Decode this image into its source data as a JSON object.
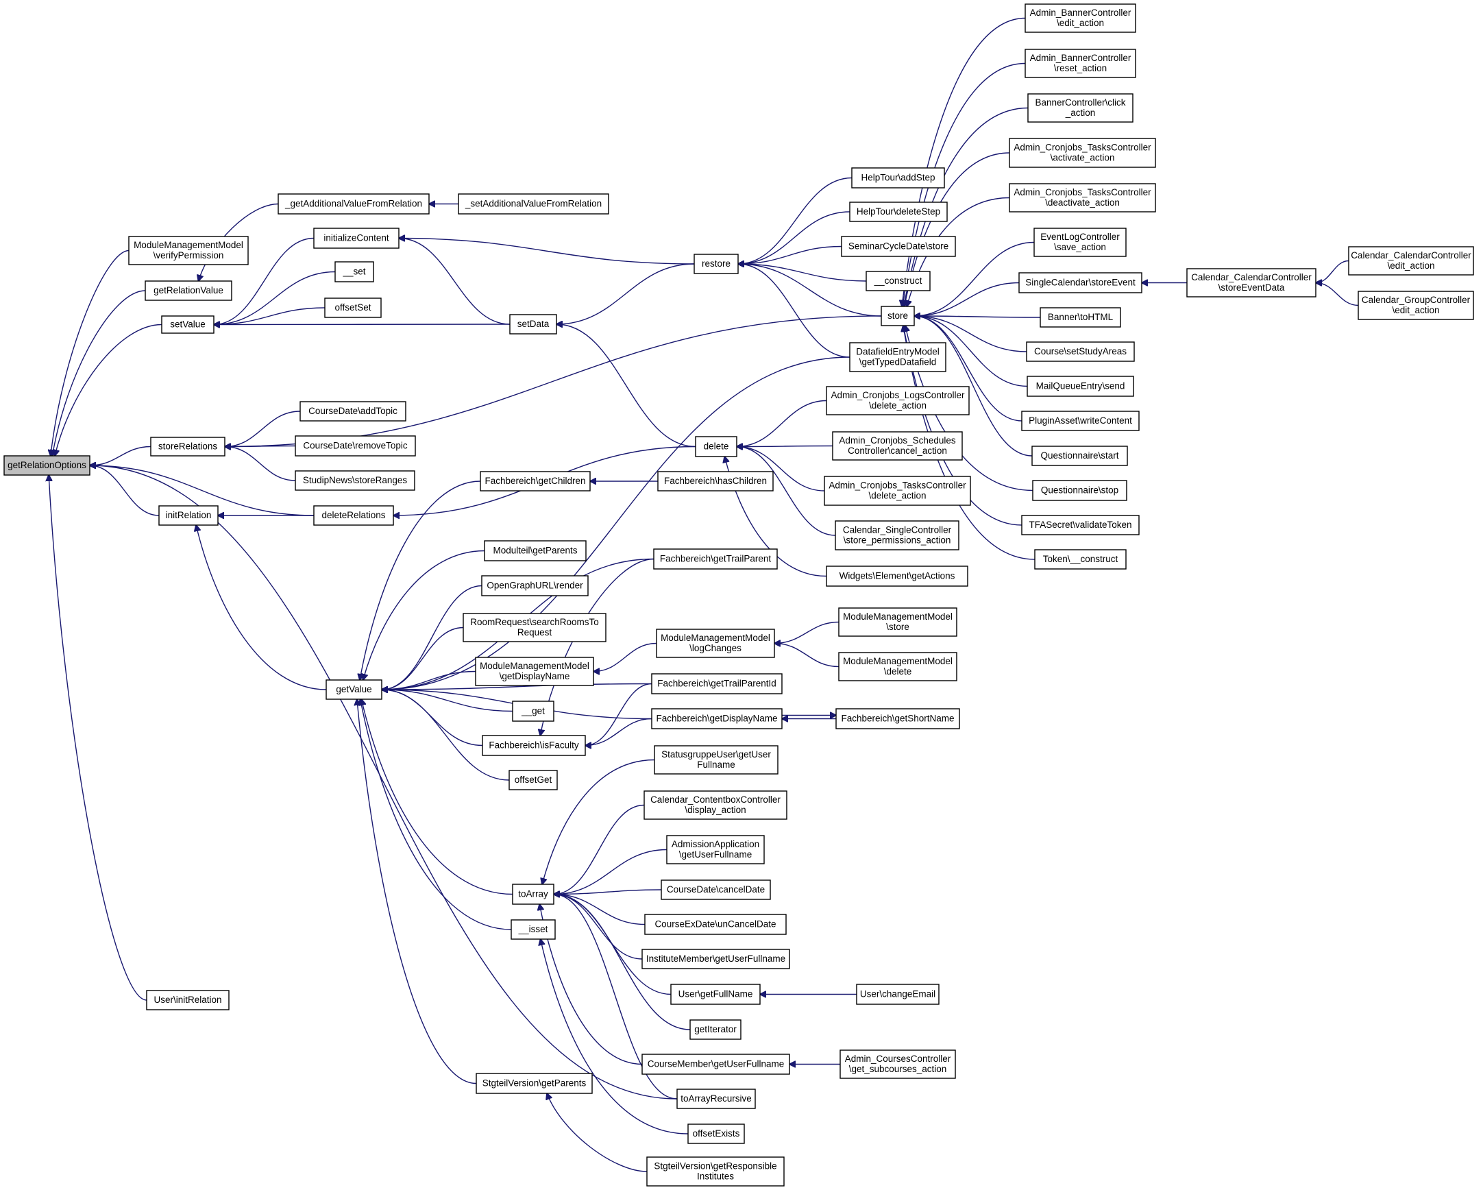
{
  "colors": {
    "edge": "#191970",
    "root_fill": "#bfbfbf",
    "node_fill": "#ffffff",
    "node_border": "#000000"
  },
  "nodes": [
    {
      "id": "root",
      "lines": [
        "getRelationOptions"
      ],
      "root": true
    },
    {
      "id": "mmm_vp",
      "lines": [
        "ModuleManagementModel",
        "\\verifyPermission"
      ]
    },
    {
      "id": "grv",
      "lines": [
        "getRelationValue"
      ]
    },
    {
      "id": "setValue",
      "lines": [
        "setValue"
      ]
    },
    {
      "id": "storeRel",
      "lines": [
        "storeRelations"
      ]
    },
    {
      "id": "initRel",
      "lines": [
        "initRelation"
      ]
    },
    {
      "id": "getValue",
      "lines": [
        "getValue"
      ]
    },
    {
      "id": "user_ir",
      "lines": [
        "User\\initRelation"
      ]
    },
    {
      "id": "gavfr",
      "lines": [
        "_getAdditionalValueFromRelation"
      ]
    },
    {
      "id": "savfr",
      "lines": [
        "_setAdditionalValueFromRelation"
      ]
    },
    {
      "id": "initContent",
      "lines": [
        "initializeContent"
      ]
    },
    {
      "id": "__set",
      "lines": [
        "__set"
      ]
    },
    {
      "id": "offsetSet",
      "lines": [
        "offsetSet"
      ]
    },
    {
      "id": "cd_addTopic",
      "lines": [
        "CourseDate\\addTopic"
      ]
    },
    {
      "id": "cd_removeTopic",
      "lines": [
        "CourseDate\\removeTopic"
      ]
    },
    {
      "id": "sn_storeRanges",
      "lines": [
        "StudipNews\\storeRanges"
      ]
    },
    {
      "id": "deleteRel",
      "lines": [
        "deleteRelations"
      ]
    },
    {
      "id": "setData",
      "lines": [
        "setData"
      ]
    },
    {
      "id": "restore",
      "lines": [
        "restore"
      ]
    },
    {
      "id": "ht_addStep",
      "lines": [
        "HelpTour\\addStep"
      ]
    },
    {
      "id": "ht_deleteStep",
      "lines": [
        "HelpTour\\deleteStep"
      ]
    },
    {
      "id": "scd_store",
      "lines": [
        "SeminarCycleDate\\store"
      ]
    },
    {
      "id": "__construct",
      "lines": [
        "__construct"
      ]
    },
    {
      "id": "store",
      "lines": [
        "store"
      ]
    },
    {
      "id": "dem_gtd",
      "lines": [
        "DatafieldEntryModel",
        "\\getTypedDatafield"
      ]
    },
    {
      "id": "delete",
      "lines": [
        "delete"
      ]
    },
    {
      "id": "acl_del",
      "lines": [
        "Admin_Cronjobs_LogsController",
        "\\delete_action"
      ]
    },
    {
      "id": "acs_cancel",
      "lines": [
        "Admin_Cronjobs_Schedules",
        "Controller\\cancel_action"
      ]
    },
    {
      "id": "act_del",
      "lines": [
        "Admin_Cronjobs_TasksController",
        "\\delete_action"
      ]
    },
    {
      "id": "csc_sp",
      "lines": [
        "Calendar_SingleController",
        "\\store_permissions_action"
      ]
    },
    {
      "id": "we_ga",
      "lines": [
        "Widgets\\Element\\getActions"
      ]
    },
    {
      "id": "fb_getChildren",
      "lines": [
        "Fachbereich\\getChildren"
      ]
    },
    {
      "id": "fb_hasChildren",
      "lines": [
        "Fachbereich\\hasChildren"
      ]
    },
    {
      "id": "mt_gp",
      "lines": [
        "Modulteil\\getParents"
      ]
    },
    {
      "id": "og_render",
      "lines": [
        "OpenGraphURL\\render"
      ]
    },
    {
      "id": "rr_srtr",
      "lines": [
        "RoomRequest\\searchRoomsTo",
        "Request"
      ]
    },
    {
      "id": "mmm_gdn",
      "lines": [
        "ModuleManagementModel",
        "\\getDisplayName"
      ]
    },
    {
      "id": "__get",
      "lines": [
        "__get"
      ]
    },
    {
      "id": "fb_isFaculty",
      "lines": [
        "Fachbereich\\isFaculty"
      ]
    },
    {
      "id": "offsetGet",
      "lines": [
        "offsetGet"
      ]
    },
    {
      "id": "toArray",
      "lines": [
        "toArray"
      ]
    },
    {
      "id": "__isset",
      "lines": [
        "__isset"
      ]
    },
    {
      "id": "sv_gp",
      "lines": [
        "StgteilVersion\\getParents"
      ]
    },
    {
      "id": "sv_gri",
      "lines": [
        "StgteilVersion\\getResponsible",
        "Institutes"
      ]
    },
    {
      "id": "fb_gtp",
      "lines": [
        "Fachbereich\\getTrailParent"
      ]
    },
    {
      "id": "mmm_lc",
      "lines": [
        "ModuleManagementModel",
        "\\logChanges"
      ]
    },
    {
      "id": "mmm_store",
      "lines": [
        "ModuleManagementModel",
        "\\store"
      ]
    },
    {
      "id": "mmm_delete",
      "lines": [
        "ModuleManagementModel",
        "\\delete"
      ]
    },
    {
      "id": "fb_gtpi",
      "lines": [
        "Fachbereich\\getTrailParentId"
      ]
    },
    {
      "id": "fb_gdn",
      "lines": [
        "Fachbereich\\getDisplayName"
      ]
    },
    {
      "id": "fb_gsn",
      "lines": [
        "Fachbereich\\getShortName"
      ]
    },
    {
      "id": "sgu_guf",
      "lines": [
        "StatusgruppeUser\\getUser",
        "Fullname"
      ]
    },
    {
      "id": "ccc_da",
      "lines": [
        "Calendar_ContentboxController",
        "\\display_action"
      ]
    },
    {
      "id": "aa_guf",
      "lines": [
        "AdmissionApplication",
        "\\getUserFullname"
      ]
    },
    {
      "id": "cd_cancel",
      "lines": [
        "CourseDate\\cancelDate"
      ]
    },
    {
      "id": "cxd_uncancel",
      "lines": [
        "CourseExDate\\unCancelDate"
      ]
    },
    {
      "id": "im_guf",
      "lines": [
        "InstituteMember\\getUserFullname"
      ]
    },
    {
      "id": "user_gfn",
      "lines": [
        "User\\getFullName"
      ]
    },
    {
      "id": "user_ce",
      "lines": [
        "User\\changeEmail"
      ]
    },
    {
      "id": "getIterator",
      "lines": [
        "getIterator"
      ]
    },
    {
      "id": "cm_guf",
      "lines": [
        "CourseMember\\getUserFullname"
      ]
    },
    {
      "id": "acc_gsa",
      "lines": [
        "Admin_CoursesController",
        "\\get_subcourses_action"
      ]
    },
    {
      "id": "toArrayRec",
      "lines": [
        "toArrayRecursive"
      ]
    },
    {
      "id": "offsetExists",
      "lines": [
        "offsetExists"
      ]
    },
    {
      "id": "abc_edit",
      "lines": [
        "Admin_BannerController",
        "\\edit_action"
      ]
    },
    {
      "id": "abc_reset",
      "lines": [
        "Admin_BannerController",
        "\\reset_action"
      ]
    },
    {
      "id": "bc_click",
      "lines": [
        "BannerController\\click",
        "_action"
      ]
    },
    {
      "id": "actc_act",
      "lines": [
        "Admin_Cronjobs_TasksController",
        "\\activate_action"
      ]
    },
    {
      "id": "actc_deact",
      "lines": [
        "Admin_Cronjobs_TasksController",
        "\\deactivate_action"
      ]
    },
    {
      "id": "elc_save",
      "lines": [
        "EventLogController",
        "\\save_action"
      ]
    },
    {
      "id": "scal_se",
      "lines": [
        "SingleCalendar\\storeEvent"
      ]
    },
    {
      "id": "ccal_sed",
      "lines": [
        "Calendar_CalendarController",
        "\\storeEventData"
      ]
    },
    {
      "id": "ccal_edit",
      "lines": [
        "Calendar_CalendarController",
        "\\edit_action"
      ]
    },
    {
      "id": "cg_edit",
      "lines": [
        "Calendar_GroupController",
        "\\edit_action"
      ]
    },
    {
      "id": "banner_html",
      "lines": [
        "Banner\\toHTML"
      ]
    },
    {
      "id": "course_ssa",
      "lines": [
        "Course\\setStudyAreas"
      ]
    },
    {
      "id": "mqe_send",
      "lines": [
        "MailQueueEntry\\send"
      ]
    },
    {
      "id": "pa_wc",
      "lines": [
        "PluginAsset\\writeContent"
      ]
    },
    {
      "id": "q_start",
      "lines": [
        "Questionnaire\\start"
      ]
    },
    {
      "id": "q_stop",
      "lines": [
        "Questionnaire\\stop"
      ]
    },
    {
      "id": "tfa_vt",
      "lines": [
        "TFASecret\\validateToken"
      ]
    },
    {
      "id": "token_construct",
      "lines": [
        "Token\\__construct"
      ]
    }
  ]
}
